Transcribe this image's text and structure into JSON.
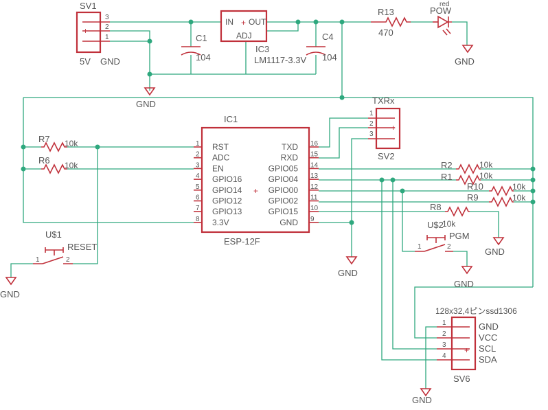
{
  "title": "",
  "parts": {
    "sv1": {
      "name": "SV1",
      "value_left": "5V",
      "value_right": "GND",
      "pins": [
        "3",
        "2",
        "1"
      ]
    },
    "c1": {
      "name": "C1",
      "value": "104"
    },
    "ic3": {
      "name": "IC3",
      "value": "LM1117-3.3V",
      "in": "IN",
      "out": "OUT",
      "adj": "ADJ"
    },
    "c4": {
      "name": "C4",
      "value": "104"
    },
    "r13": {
      "name": "R13",
      "value": "470"
    },
    "led": {
      "name": "POW",
      "color": "red"
    },
    "txrx": {
      "name": "SV2",
      "value": "TXRx",
      "pins": [
        "1",
        "2",
        "3"
      ]
    },
    "ic1": {
      "name": "IC1",
      "value": "ESP-12F",
      "left_pins": [
        {
          "no": "1",
          "label": "RST"
        },
        {
          "no": "2",
          "label": "ADC"
        },
        {
          "no": "3",
          "label": "EN"
        },
        {
          "no": "4",
          "label": "GPIO16"
        },
        {
          "no": "5",
          "label": "GPIO14"
        },
        {
          "no": "6",
          "label": "GPIO12"
        },
        {
          "no": "7",
          "label": "GPIO13"
        },
        {
          "no": "8",
          "label": "3.3V"
        }
      ],
      "right_pins": [
        {
          "no": "16",
          "label": "TXD"
        },
        {
          "no": "15",
          "label": "RXD"
        },
        {
          "no": "14",
          "label": "GPIO05"
        },
        {
          "no": "13",
          "label": "GPIO04"
        },
        {
          "no": "12",
          "label": "GPIO00"
        },
        {
          "no": "11",
          "label": "GPIO02"
        },
        {
          "no": "10",
          "label": "GPIO15"
        },
        {
          "no": "9",
          "label": "GND"
        }
      ]
    },
    "r7": {
      "name": "R7",
      "value": "10k"
    },
    "r6": {
      "name": "R6",
      "value": "10k"
    },
    "r2": {
      "name": "R2",
      "value": "10k"
    },
    "r1": {
      "name": "R1",
      "value": "10k"
    },
    "r10": {
      "name": "R10",
      "value": "10k"
    },
    "r9": {
      "name": "R9",
      "value": "10k"
    },
    "r8": {
      "name": "R8",
      "value": "10k"
    },
    "us1": {
      "name": "U$1",
      "value": "RESET",
      "pin1": "1",
      "pin2": "2"
    },
    "us2": {
      "name": "U$2",
      "value": "PGM",
      "pin1": "1",
      "pin2": "2"
    },
    "sv6": {
      "name": "SV6",
      "value": "128x32,4ピンssd1306",
      "pins": [
        {
          "no": "1",
          "label": "GND"
        },
        {
          "no": "2",
          "label": "VCC"
        },
        {
          "no": "3",
          "label": "SCL"
        },
        {
          "no": "4",
          "label": "SDA"
        }
      ]
    }
  },
  "gnd_label": "GND",
  "colors": {
    "wire": "#2ea87e",
    "symbol": "#c0303a",
    "text": "#555555"
  }
}
